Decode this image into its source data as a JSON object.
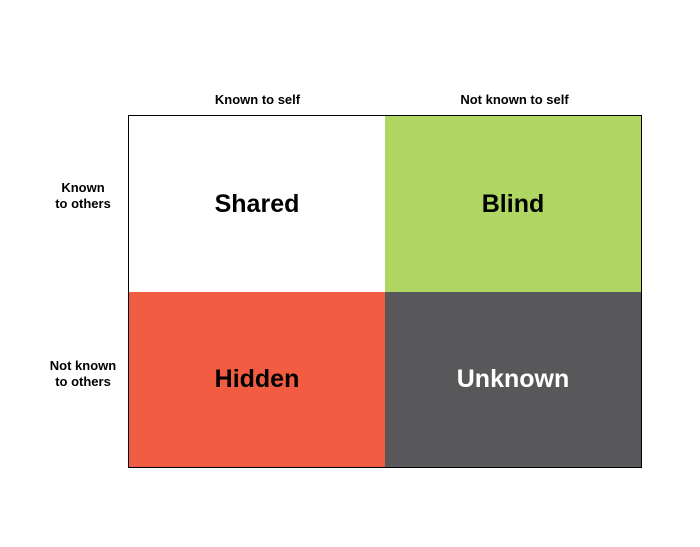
{
  "columns": {
    "left": "Known to self",
    "right": "Not known to self"
  },
  "rows": {
    "top": [
      "Known",
      "to others"
    ],
    "bottom": [
      "Not known",
      "to others"
    ]
  },
  "quadrants": {
    "top_left": {
      "label": "Shared",
      "color": "#ffffff",
      "text_color": "#000000"
    },
    "top_right": {
      "label": "Blind",
      "color": "#afd563",
      "text_color": "#000000"
    },
    "bottom_left": {
      "label": "Hidden",
      "color": "#f15c42",
      "text_color": "#000000"
    },
    "bottom_right": {
      "label": "Unknown",
      "color": "#58585a",
      "text_color": "#ffffff"
    }
  }
}
